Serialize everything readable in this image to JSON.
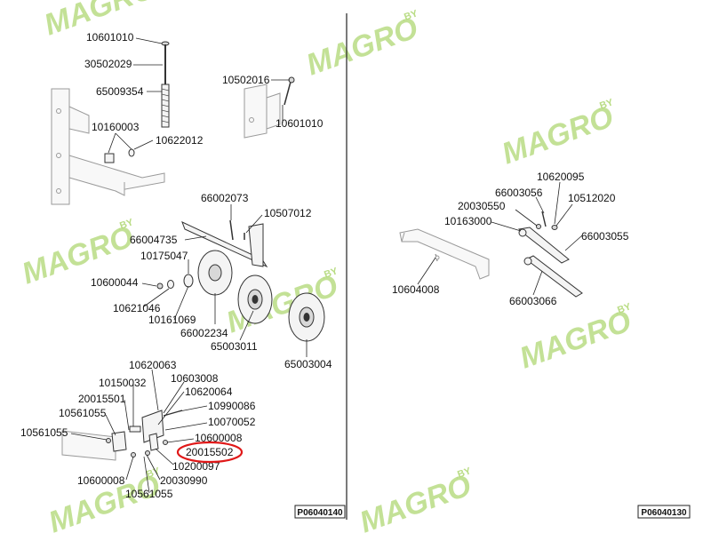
{
  "watermark": {
    "brand": "MAGRO",
    "suffix": ".BY"
  },
  "diagram_left": {
    "sheet_ref": "P06040140",
    "labels": {
      "p10601010_top": "10601010",
      "p30502029": "30502029",
      "p65009354": "65009354",
      "p10160003": "10160003",
      "p10622012": "10622012",
      "p10502016": "10502016",
      "p10601010_mid": "10601010",
      "p66002073": "66002073",
      "p10507012": "10507012",
      "p66004735": "66004735",
      "p10175047": "10175047",
      "p10600044": "10600044",
      "p10621046": "10621046",
      "p10161069": "10161069",
      "p66002234": "66002234",
      "p65003011": "65003011",
      "p65003004": "65003004",
      "p10620063": "10620063",
      "p10150032": "10150032",
      "p10603008": "10603008",
      "p20015501": "20015501",
      "p10620064": "10620064",
      "p10561055_a": "10561055",
      "p10990086": "10990086",
      "p10070052": "10070052",
      "p10561055_b": "10561055",
      "p10600008_a": "10600008",
      "p20015502": "20015502",
      "p10200097": "10200097",
      "p10600008_b": "10600008",
      "p20030990": "20030990",
      "p10561055_c": "10561055"
    }
  },
  "diagram_right": {
    "sheet_ref": "P06040130",
    "labels": {
      "p10620095": "10620095",
      "p66003056": "66003056",
      "p10512020": "10512020",
      "p20030550": "20030550",
      "p10163000": "10163000",
      "p66003055": "66003055",
      "p10604008": "10604008",
      "p66003066": "66003066"
    }
  },
  "highlight": {
    "target": "20015502",
    "color": "#e01818"
  }
}
